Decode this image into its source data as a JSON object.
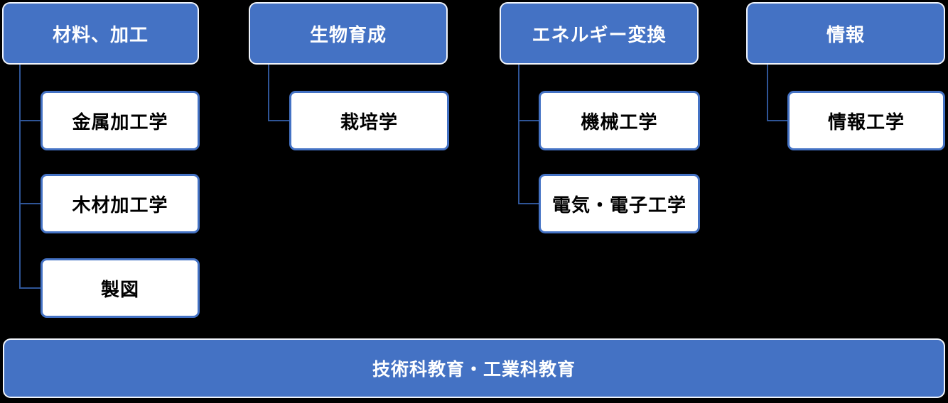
{
  "diagram": {
    "title_hint": "technology-education-curriculum-map",
    "colors": {
      "category_fill": "#4472C4",
      "category_text": "#FFFFFF",
      "subject_fill": "#FFFFFF",
      "subject_border": "#4472C4",
      "subject_text": "#000000",
      "connector": "#2F5597",
      "background": "#000000",
      "shape_outline": "#FFFFFF"
    },
    "columns": [
      {
        "header": "材料、加工",
        "children": [
          "金属加工学",
          "木材加工学",
          "製図"
        ]
      },
      {
        "header": "生物育成",
        "children": [
          "栽培学"
        ]
      },
      {
        "header": "エネルギー変換",
        "children": [
          "機械工学",
          "電気・電子工学"
        ]
      },
      {
        "header": "情報",
        "children": [
          "情報工学"
        ]
      }
    ],
    "base": "技術科教育・工業科教育"
  }
}
